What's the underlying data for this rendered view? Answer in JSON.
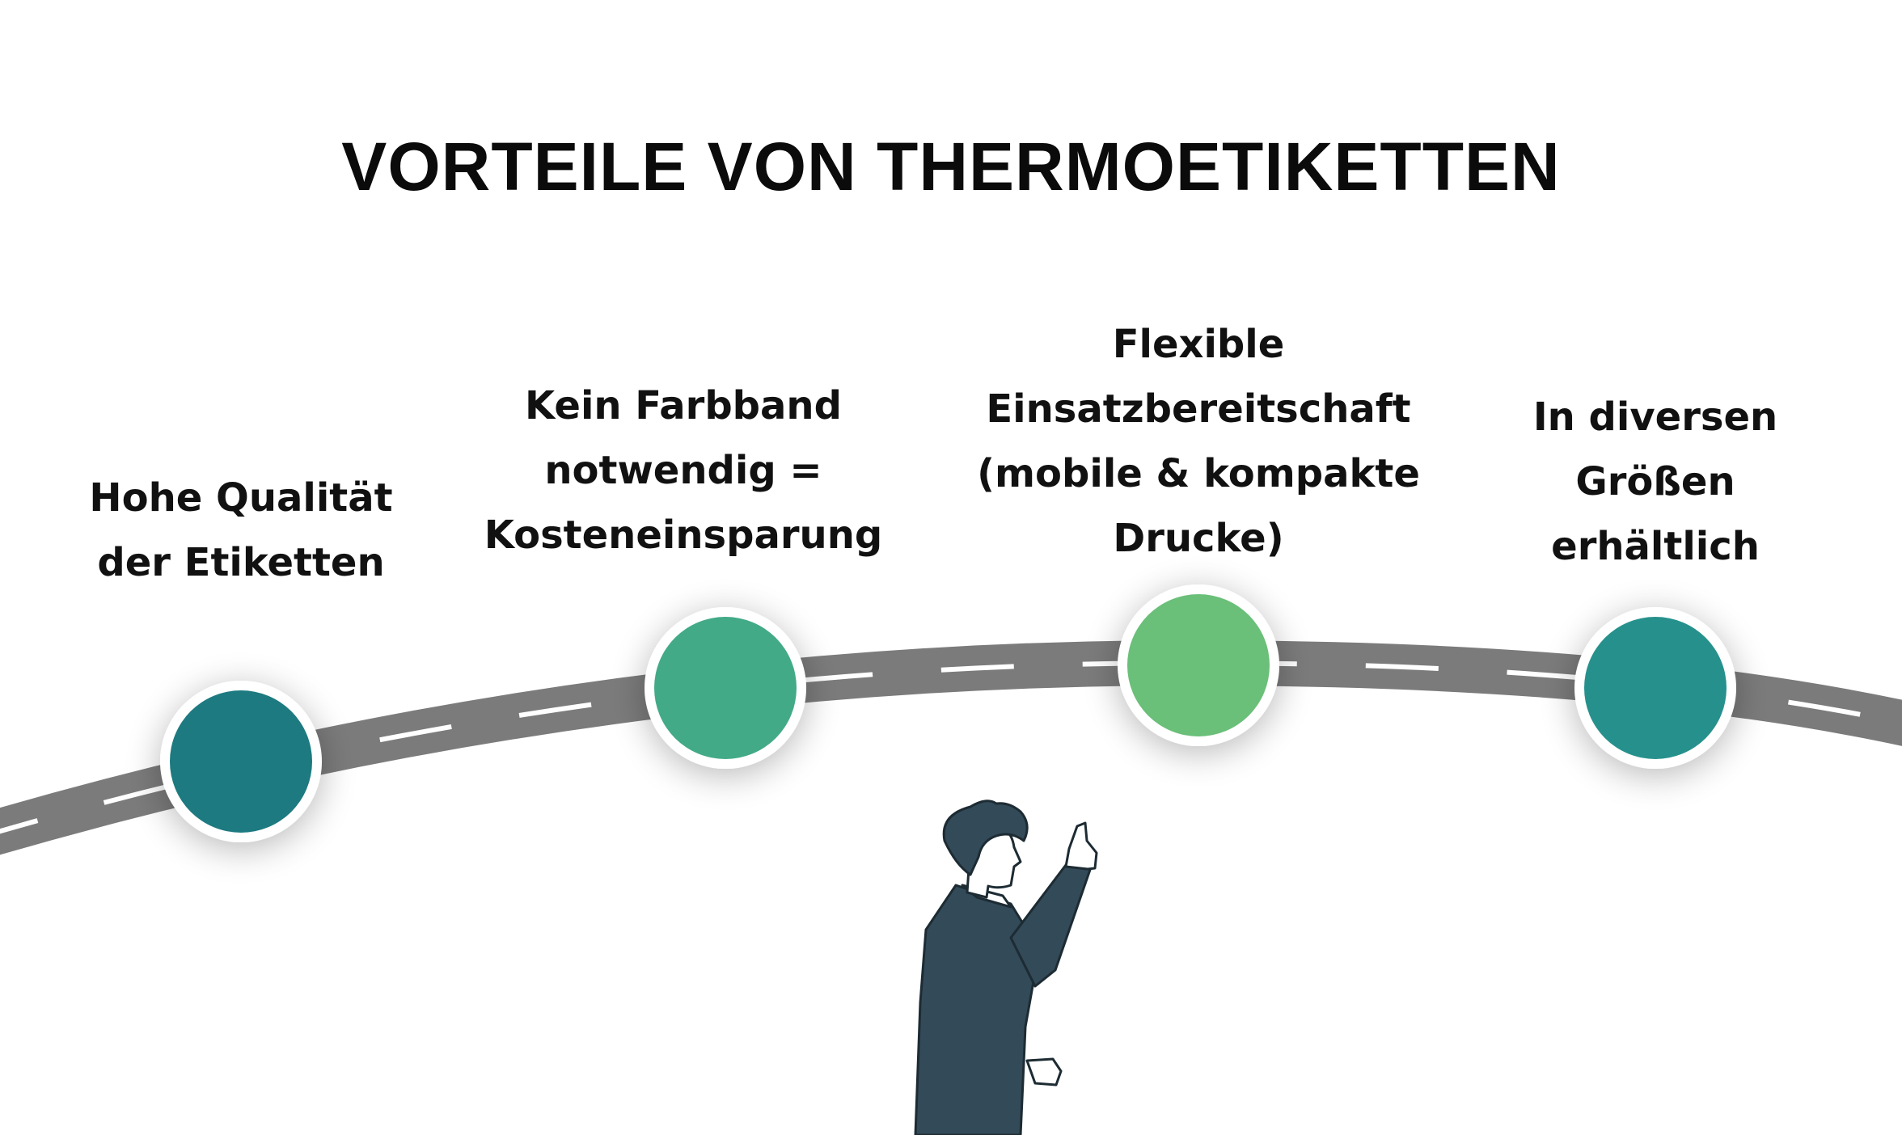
{
  "title": "VORTEILE VON THERMOETIKETTEN",
  "colors": {
    "road": "#7b7b7b",
    "road_dash": "#ffffff",
    "ring": "#ffffff",
    "figure": "#334a59",
    "text": "#111111"
  },
  "milestones": [
    {
      "label": "Hohe Qualität\nder Etiketten",
      "color": "#1f7a80"
    },
    {
      "label": "Kein Farbband\nnotwendig =\nKosteneinsparung",
      "color": "#43aa86"
    },
    {
      "label": "Flexible\nEinsatzbereitschaft\n(mobile & kompakte\nDrucke)",
      "color": "#6bbf79"
    },
    {
      "label": "In diversen\nGrößen\nerhältlich",
      "color": "#28918c"
    }
  ],
  "figure": {
    "name": "pointing-man-illustration"
  }
}
